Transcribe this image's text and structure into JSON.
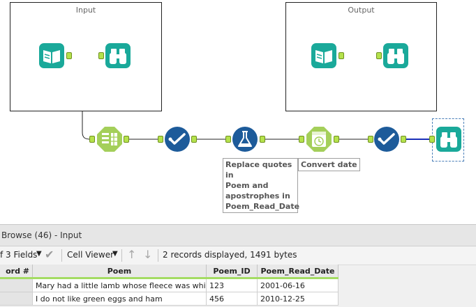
{
  "containers": {
    "input_title": "Input",
    "output_title": "Output"
  },
  "annotations": {
    "formula_note": "Replace quotes in\nPoem and\napostrophes in\nPoem_Read_Date",
    "datetime_note": "Convert date"
  },
  "results": {
    "header": "Browse (46) - Input",
    "toolbar": {
      "fields_label": "f 3 Fields",
      "viewer_label": "Cell Viewer",
      "status": "2 records displayed, 1491 bytes"
    },
    "columns": [
      "ord #",
      "Poem",
      "Poem_ID",
      "Poem_Read_Date"
    ],
    "rows": [
      [
        "",
        "Mary had a little lamb whose fleece was white…",
        "123",
        "2001-06-16"
      ],
      [
        "",
        "I do not like green eggs and ham",
        "456",
        "2010-12-25"
      ]
    ]
  },
  "colors": {
    "teal": "#1aa99a",
    "navy": "#1d5b9a",
    "lime": "#a4cf5a",
    "anchor": "#b5e24c",
    "selected_wire": "#1a2fb8"
  }
}
